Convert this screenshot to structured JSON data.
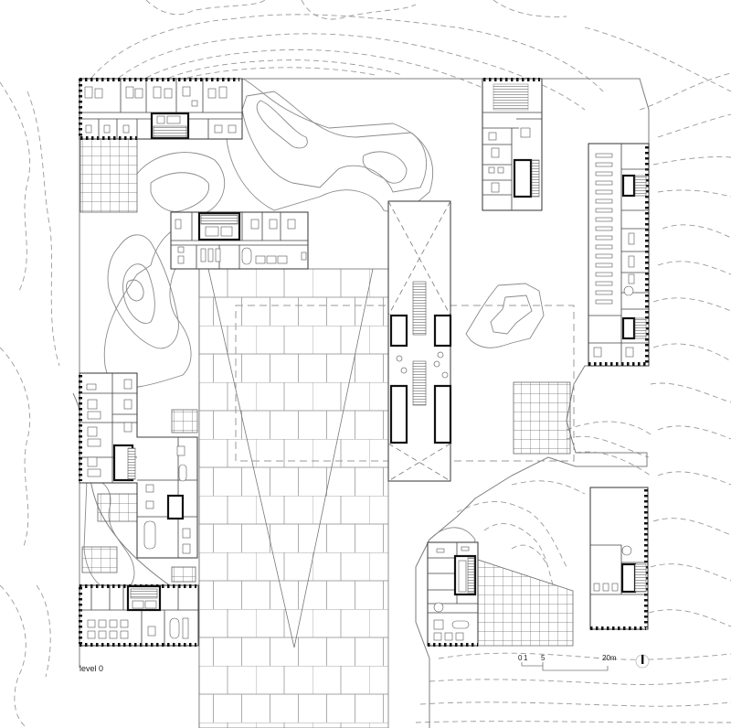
{
  "drawing": {
    "type": "architectural floor plan",
    "level_label": "level 0",
    "background": "#ffffff",
    "line_color": "#333333"
  },
  "scale_bar": {
    "ticks": [
      "0",
      "1",
      "5",
      "20m"
    ],
    "tick_0": "0",
    "tick_1": "1",
    "tick_5": "5",
    "tick_20": "20m"
  },
  "north_arrow": {
    "label": "north-arrow"
  },
  "buildings": [
    {
      "id": "office-block-northwest",
      "type": "office wing"
    },
    {
      "id": "office-block-north-center",
      "type": "office wing"
    },
    {
      "id": "auditorium-block-north",
      "type": "auditorium + offices"
    },
    {
      "id": "office-block-east-long",
      "type": "open-plan office"
    },
    {
      "id": "central-atrium-core",
      "type": "circulation / stairs"
    },
    {
      "id": "office-block-west-stepped",
      "type": "office wing"
    },
    {
      "id": "office-block-southwest",
      "type": "office wing"
    },
    {
      "id": "office-block-south-center",
      "type": "office wing"
    },
    {
      "id": "office-block-southeast",
      "type": "office wing"
    }
  ],
  "landscape": {
    "central_plaza": "paved plaza",
    "grid_courts": [
      "northwest grid court",
      "east grid court",
      "south grid court"
    ],
    "contours": "dashed and solid terrain contour lines"
  }
}
